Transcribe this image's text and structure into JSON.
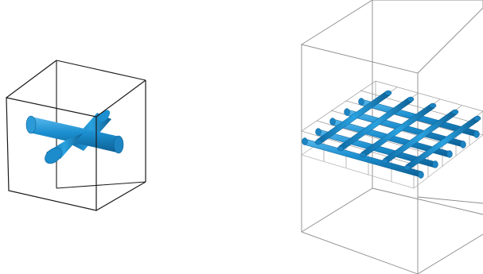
{
  "colors": {
    "background": "#ffffff",
    "unit_cell_edges": "#1a1a1a",
    "lattice_edges": "#8a8a8a",
    "rod_body": "#1b8fd0",
    "rod_dark": "#0d5f93",
    "rod_light": "#58b8ec"
  },
  "figures": [
    {
      "name": "unit-cell",
      "description_label": "",
      "rods": 2
    },
    {
      "name": "lattice-slab",
      "description_label": "",
      "grid": [
        5,
        5
      ]
    }
  ]
}
